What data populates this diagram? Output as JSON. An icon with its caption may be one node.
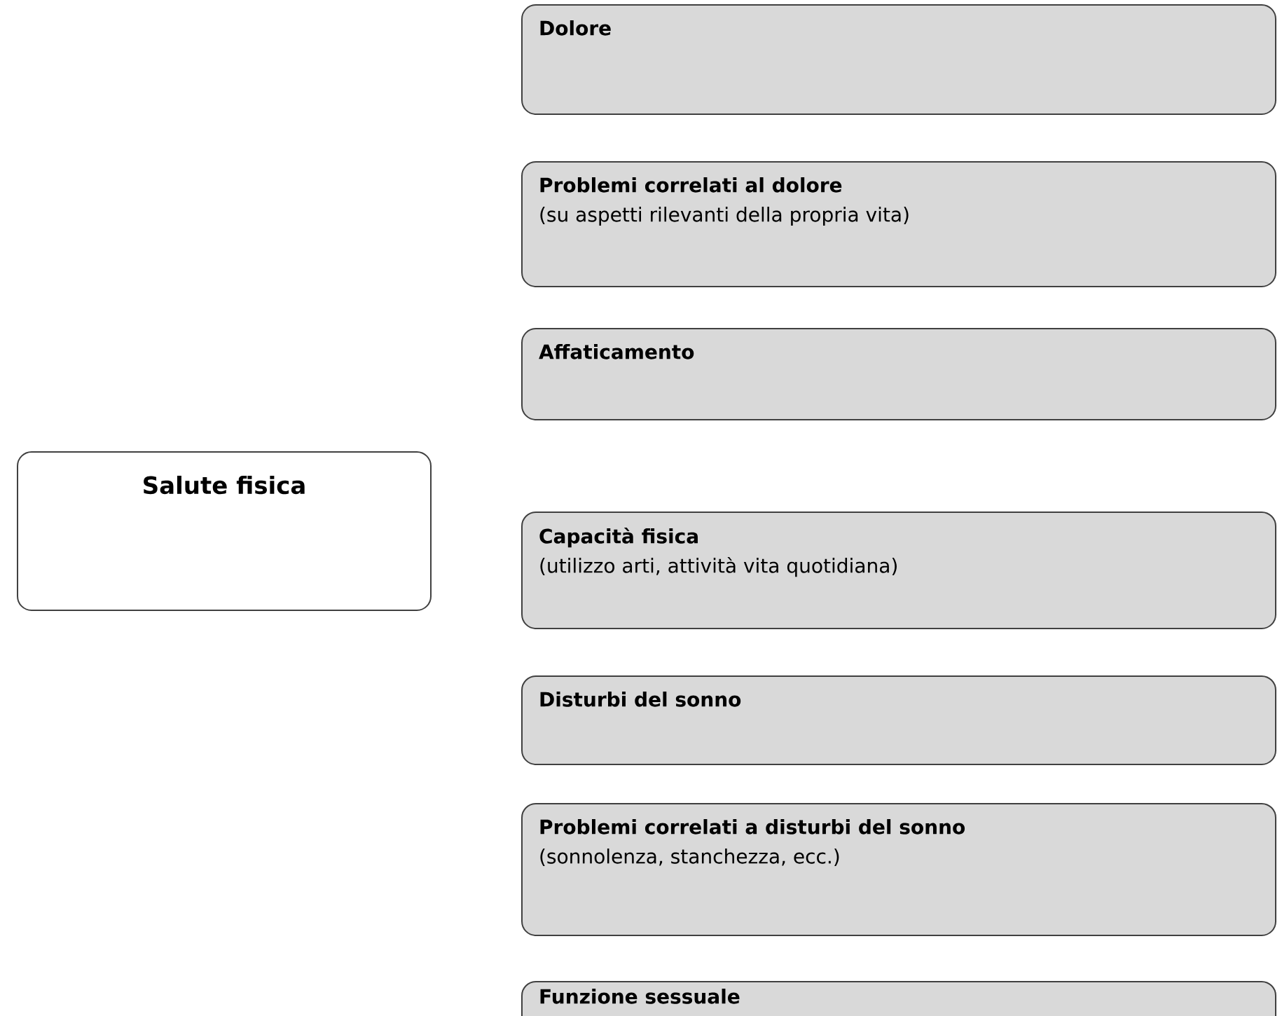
{
  "diagram": {
    "nodes": [
      {
        "text": [
          "Salute fisica"
        ]
      },
      {
        "text": [
          "Dolore"
        ]
      },
      {
        "text": [
          "Problemi correlati al dolore",
          "(su aspetti rilevanti della propria vita)"
        ]
      },
      {
        "text": [
          "Affaticamento"
        ]
      },
      {
        "text": [
          "Capacità fisica",
          "(utilizzo arti, attività vita quotidiana)"
        ]
      },
      {
        "text": [
          "Disturbi del sonno"
        ]
      },
      {
        "text": [
          "Problemi correlati a disturbi del sonno",
          "(sonnolenza, stanchezza, ecc.)"
        ]
      },
      {
        "text": [
          "Funzione sessuale"
        ]
      }
    ]
  }
}
